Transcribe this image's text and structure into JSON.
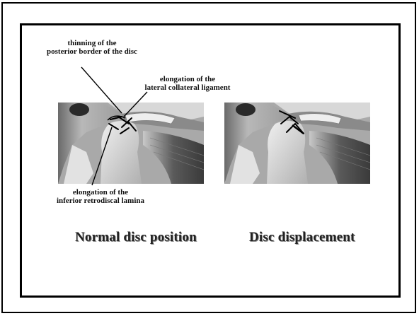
{
  "annotations": {
    "thinning": [
      "thinning of the",
      "posterior border of the disc"
    ],
    "elongation_lcl": [
      "elongation of the",
      "lateral collateral ligament"
    ],
    "elongation_irl": [
      "elongation of the",
      "inferior retrodiscal lamina"
    ]
  },
  "captions": {
    "left": "Normal disc position",
    "right": "Disc displacement"
  }
}
